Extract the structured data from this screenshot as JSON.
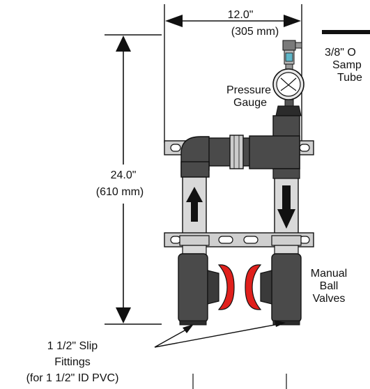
{
  "colors": {
    "pipe_dark": "#4a4a4a",
    "pipe_light": "#d9d9d9",
    "bracket": "#cfcfcf",
    "valve_red": "#e0201c",
    "line": "#111111"
  },
  "dimensions": {
    "width": {
      "inches": "12.0\"",
      "mm": "(305 mm)"
    },
    "height": {
      "inches": "24.0\"",
      "mm": "(610 mm)"
    }
  },
  "labels": {
    "pressure_gauge": [
      "Pressure",
      "Gauge"
    ],
    "sample_tube": [
      "3/8\" O",
      "Samp",
      "Tube"
    ],
    "ball_valves": [
      "Manual",
      "Ball",
      "Valves"
    ],
    "slip_fittings": [
      "1 1/2\" Slip",
      "Fittings",
      "(for 1 1/2\" ID PVC)"
    ]
  },
  "icons": {
    "flow_up": "arrow-up-icon",
    "flow_down": "arrow-down-icon"
  }
}
